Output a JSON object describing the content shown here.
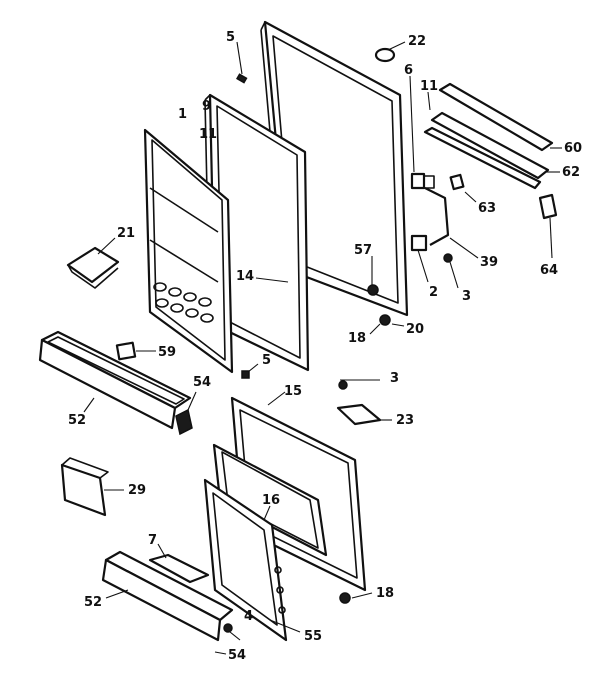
{
  "callouts": {
    "c1": "1",
    "c2": "2",
    "c3a": "3",
    "c3b": "3",
    "c4": "4",
    "c5a": "5",
    "c5b": "5",
    "c6": "6",
    "c7": "7",
    "c9": "9",
    "c11a": "11",
    "c11b": "11",
    "c14": "14",
    "c15": "15",
    "c16": "16",
    "c18a": "18",
    "c18b": "18",
    "c20": "20",
    "c21": "21",
    "c22": "22",
    "c23": "23",
    "c29": "29",
    "c39": "39",
    "c52a": "52",
    "c52b": "52",
    "c54a": "54",
    "c54b": "54",
    "c55": "55",
    "c57": "57",
    "c59": "59",
    "c60": "60",
    "c62": "62",
    "c63": "63",
    "c64": "64"
  }
}
